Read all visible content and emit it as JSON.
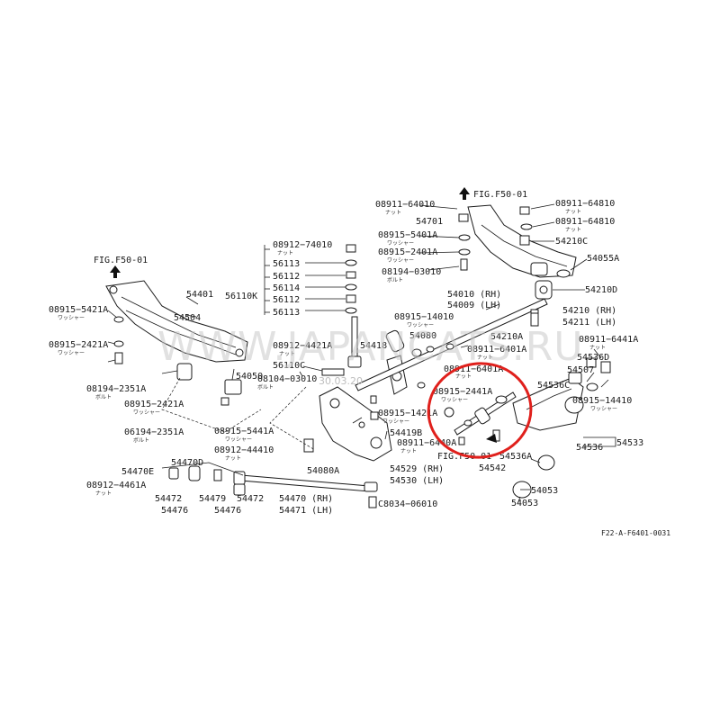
{
  "watermark": {
    "text": "WWW.JAPANCATS.RU",
    "date": "30.03.20"
  },
  "fig_refs": [
    "FIG.F50-01",
    "FIG.F50-01",
    "FIG.F50-01"
  ],
  "diagram_code": "F22-A-F6401-0031",
  "labels": {
    "p08911_64010": "08911−64010",
    "p54701": "54701",
    "p08915_5401A": "08915−5401A",
    "p08915_2401A": "08915−2401A",
    "p08194_03010": "08194−03010",
    "p08911_64810a": "08911−64810",
    "p08911_64810b": "08911−64810",
    "p54210C": "54210C",
    "p54055A": "54055A",
    "p54210D": "54210D",
    "p54210RH": "54210 (RH)",
    "p54211LH": "54211 (LH)",
    "p08911_6441A": "08911−6441A",
    "p54536D": "54536D",
    "p54507": "54507",
    "p54536C": "54536C",
    "p08915_14410": "08915−14410",
    "p54533": "54533",
    "p54536": "54536",
    "p54536A": "54536A",
    "p54542": "54542",
    "p54053a": "54053",
    "p54053b": "54053",
    "p08912_74010": "08912−74010",
    "p56113a": "56113",
    "p56112a": "56112",
    "p56114": "56114",
    "p56112b": "56112",
    "p56113b": "56113",
    "p56110K": "56110K",
    "p54010RH": "54010 (RH)",
    "p54009LH": "54009 (LH)",
    "p08915_14010": "08915−14010",
    "p54080": "54080",
    "p54210A": "54210A",
    "p08911_6401Aa": "08911−6401A",
    "p08911_6401Ab": "08911−6401A",
    "p08915_2441A": "08915−2441A",
    "p08915_1421A": "08915−1421A",
    "p08911_6440A": "08911−6440A",
    "p54419B": "54419B",
    "p54418": "54418",
    "p08912_4421A": "08912−4421A",
    "p56110C": "56110C",
    "p08104_03010": "08104−03010",
    "p54401": "54401",
    "p54504": "54504",
    "p08915_5421A": "08915−5421A",
    "p08915_2421Aa": "08915−2421A",
    "p08194_2351Aa": "08194−2351A",
    "p08915_2421Ab": "08915−2421A",
    "p54050": "54050",
    "p06194_2351A": "06194−2351A",
    "p08915_5441A": "08915−5441A",
    "p08912_44410": "08912−44410",
    "p54080A": "54080A",
    "p54529RH": "54529 (RH)",
    "p54530LH": "54530 (LH)",
    "p54470D": "54470D",
    "p54470Ea": "54470E",
    "p08912_4461A": "08912−4461A",
    "p54472a": "54472",
    "p54476a": "54476",
    "p54479": "54479",
    "p54472b": "54472",
    "p54476b": "54476",
    "p54470RH": "54470 (RH)",
    "p54471LH": "54471 (LH)",
    "p08034_06010": "C8034−06010"
  },
  "jp_notes": {
    "nut": "ナット",
    "washer": "ワッシャー",
    "bolt": "ボルト"
  },
  "colors": {
    "highlight": "#e0201c",
    "line": "#1a1a1a",
    "watermark": "#c8c8c8"
  },
  "icons": [
    "up-arrow-icon",
    "nut-icon",
    "washer-icon",
    "bolt-icon"
  ]
}
